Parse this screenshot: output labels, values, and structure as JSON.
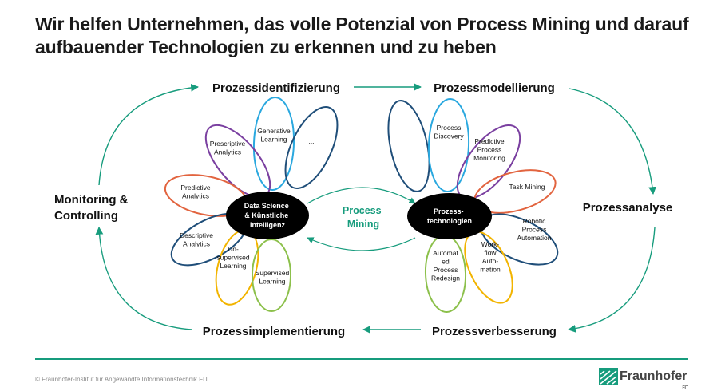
{
  "title": "Wir helfen Unternehmen, das volle Potenzial von Process Mining und darauf aufbauender Technologien zu erkennen und zu heben",
  "cycle": {
    "top_left": "Prozessidentifizierung",
    "top_right": "Prozessmodellierung",
    "right": "Prozessanalyse",
    "bottom_right": "Prozessverbesserung",
    "bottom_left": "Prozessimplementierung",
    "left": [
      "Monitoring &",
      "Controlling"
    ],
    "arrow_color": "#179c7d"
  },
  "center": {
    "label": [
      "Process",
      "Mining"
    ],
    "color": "#179c7d"
  },
  "left_hub": {
    "label": [
      "Data Science",
      "& Künstliche",
      "Intelligenz"
    ],
    "petals": [
      {
        "label": [
          "Generative",
          "Learning"
        ],
        "color": "#2aa8df"
      },
      {
        "label": [
          "..."
        ],
        "color": "#1f4e79"
      },
      {
        "label": [
          "Prescriptive",
          "Analytics"
        ],
        "color": "#7a3fa0"
      },
      {
        "label": [
          "Predictive",
          "Analytics"
        ],
        "color": "#e2643f"
      },
      {
        "label": [
          "Descriptive",
          "Analytics"
        ],
        "color": "#1f4e79"
      },
      {
        "label": [
          "Un-",
          "supervised",
          "Learning"
        ],
        "color": "#f2b400"
      },
      {
        "label": [
          "Supervised",
          "Learning"
        ],
        "color": "#8cc04b"
      }
    ]
  },
  "right_hub": {
    "label": [
      "Prozess-",
      "technologien"
    ],
    "petals": [
      {
        "label": [
          "..."
        ],
        "color": "#1f4e79"
      },
      {
        "label": [
          "Process",
          "Discovery"
        ],
        "color": "#2aa8df"
      },
      {
        "label": [
          "Predictive",
          "Process",
          "Monitoring"
        ],
        "color": "#7a3fa0"
      },
      {
        "label": [
          "Task Mining"
        ],
        "color": "#e2643f"
      },
      {
        "label": [
          "Robotic",
          "Process",
          "Automation"
        ],
        "color": "#1f4e79"
      },
      {
        "label": [
          "Work-",
          "flow",
          "Auto-",
          "mation"
        ],
        "color": "#f2b400"
      },
      {
        "label": [
          "Automat",
          "ed",
          "Process",
          "Redesign"
        ],
        "color": "#8cc04b"
      }
    ]
  },
  "footer": {
    "copyright": "© Fraunhofer-Institut für Angewandte Informationstechnik FIT",
    "logo_text": "Fraunhofer",
    "logo_sub": "FIT",
    "line_color": "#179c7d"
  }
}
